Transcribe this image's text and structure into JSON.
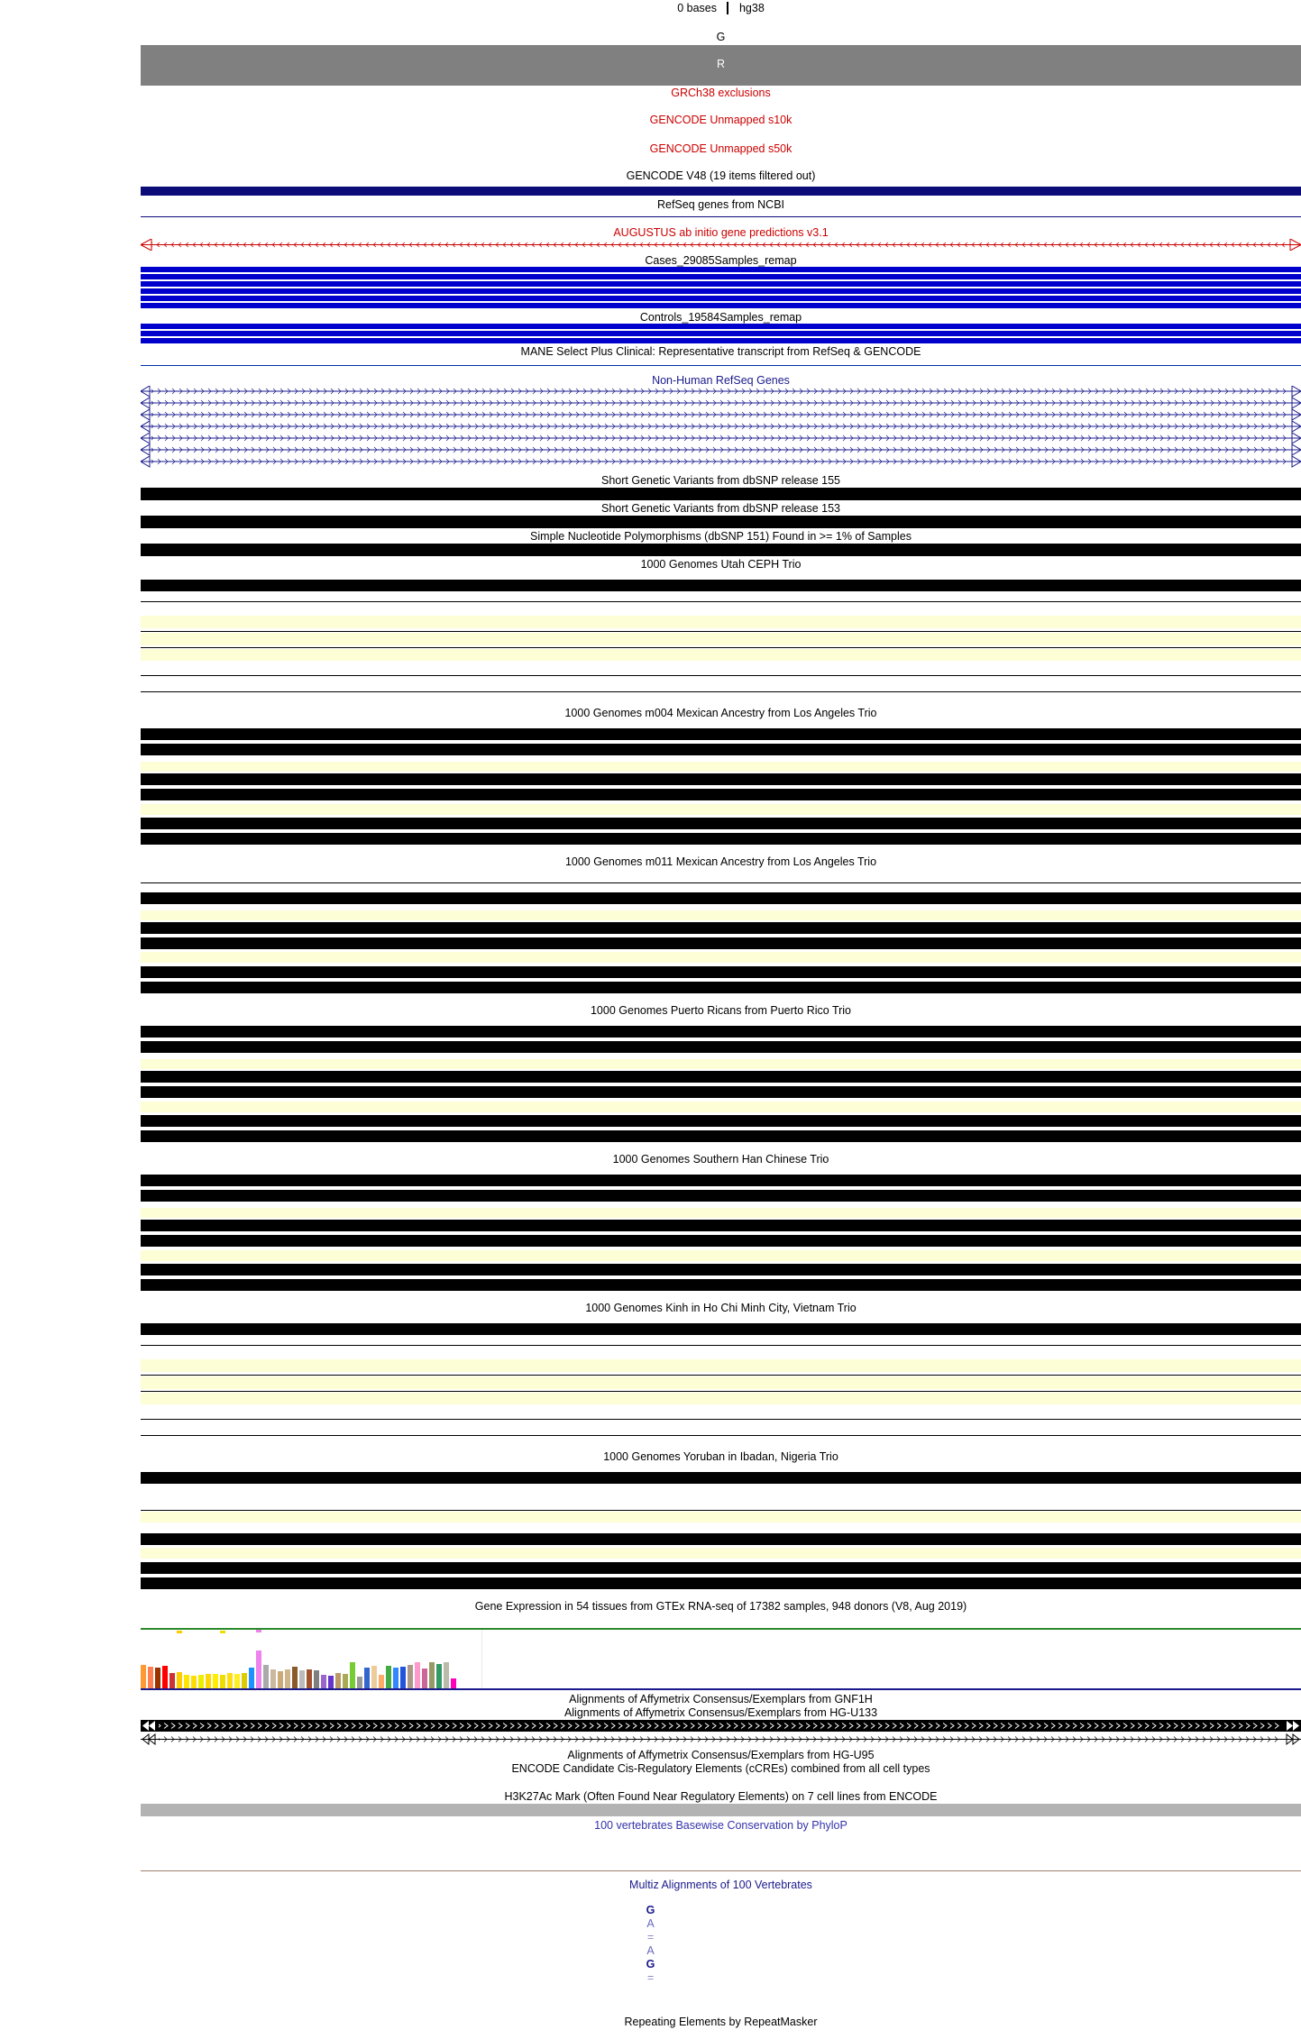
{
  "header": {
    "position_text": "0 bases",
    "assembly": "hg38"
  },
  "base_track": {
    "base": "G",
    "complement": "R"
  },
  "tracks": {
    "exclusions": "GRCh38 exclusions",
    "unmapped10k": "GENCODE Unmapped s10k",
    "unmapped50k": "GENCODE Unmapped s50k",
    "gencode": "GENCODE V48 (19 items filtered out)",
    "refseq": "RefSeq genes from NCBI",
    "augustus": "AUGUSTUS ab initio gene predictions v3.1",
    "cases": "Cases_29085Samples_remap",
    "controls": "Controls_19584Samples_remap",
    "mane": "MANE Select Plus Clinical: Representative transcript from RefSeq & GENCODE",
    "nonhuman": "Non-Human RefSeq Genes",
    "snp155": "Short Genetic Variants from dbSNP release 155",
    "snp153": "Short Genetic Variants from dbSNP release 153",
    "snp151": "Simple Nucleotide Polymorphisms (dbSNP 151) Found in >= 1% of Samples",
    "ceph": "1000 Genomes Utah CEPH Trio",
    "m004": "1000 Genomes m004 Mexican Ancestry from Los Angeles Trio",
    "m011": "1000 Genomes m011 Mexican Ancestry from Los Angeles Trio",
    "puerto": "1000 Genomes Puerto Ricans from Puerto Rico Trio",
    "han": "1000 Genomes Southern Han Chinese Trio",
    "kinh": "1000 Genomes Kinh in Ho Chi Minh City, Vietnam Trio",
    "yoruban": "1000 Genomes Yoruban in Ibadan, Nigeria Trio",
    "gtex": "Gene Expression in 54 tissues from GTEx RNA-seq of 17382 samples, 948 donors (V8, Aug 2019)",
    "gnf1h": "Alignments of Affymetrix Consensus/Exemplars from GNF1H",
    "hgu133": "Alignments of Affymetrix Consensus/Exemplars from HG-U133",
    "hgu95": "Alignments of Affymetrix Consensus/Exemplars from HG-U95",
    "encode": "ENCODE Candidate Cis-Regulatory Elements (cCREs) combined from all cell types",
    "h3k27ac": "H3K27Ac Mark (Often Found Near Regulatory Elements) on 7 cell lines from ENCODE",
    "phylop": "100 vertebrates Basewise Conservation by PhyloP",
    "multiz": "Multiz Alignments of 100 Vertebrates",
    "repeat": "Repeating Elements by RepeatMasker"
  },
  "multiz_bases": [
    "G",
    "A",
    "=",
    "A",
    "G",
    "="
  ],
  "gtex_colors": [
    "#ff9933",
    "#ff7f50",
    "#993300",
    "#ff0000",
    "#cc3333",
    "#ffcc00",
    "#ffe600",
    "#ffdd00",
    "#eeee00",
    "#ffd700",
    "#ffee00",
    "#eedd00",
    "#ffdd11",
    "#ffee22",
    "#ddcc00",
    "#1e90ff",
    "#ee82ee",
    "#aaaaaa",
    "#cdb79e",
    "#ccaa77",
    "#d2b48c",
    "#8b5a2b",
    "#bbbbbb",
    "#a0522d",
    "#7f7f7f",
    "#9966cc",
    "#6633cc",
    "#bb9966",
    "#aaaa55",
    "#77cc33",
    "#999999",
    "#3366cc",
    "#eecc99",
    "#ffaa66",
    "#44aa44",
    "#3388ff",
    "#2255dd",
    "#aa9988",
    "#ff99cc",
    "#cc6699",
    "#999966",
    "#339966",
    "#bbbbaa",
    "#ff00bb"
  ],
  "gtex_values": [
    0.62,
    0.58,
    0.55,
    0.6,
    0.4,
    0.42,
    0.35,
    0.33,
    0.36,
    0.38,
    0.37,
    0.36,
    0.4,
    0.39,
    0.41,
    0.55,
    1.0,
    0.62,
    0.5,
    0.45,
    0.5,
    0.58,
    0.47,
    0.5,
    0.48,
    0.35,
    0.33,
    0.4,
    0.38,
    0.7,
    0.3,
    0.55,
    0.6,
    0.35,
    0.6,
    0.55,
    0.58,
    0.62,
    0.7,
    0.52,
    0.68,
    0.65,
    0.7,
    0.25
  ],
  "gtex_high_marks": [
    {
      "series": 5,
      "value": 0.95
    },
    {
      "series": 11,
      "value": 0.92
    },
    {
      "series": 16,
      "value": 1.0
    }
  ]
}
